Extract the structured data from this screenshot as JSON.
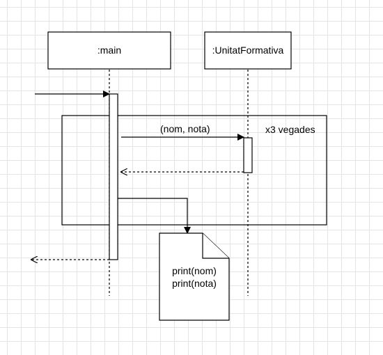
{
  "diagram": {
    "lifelines": [
      {
        "name": ":main"
      },
      {
        "name": ":UnitatFormativa"
      }
    ],
    "loop": {
      "label": "x3 vegades"
    },
    "messages": [
      {
        "label": "(nom, nota)",
        "type": "sync"
      },
      {
        "label": "",
        "type": "return"
      }
    ],
    "note": {
      "lines": [
        "print(nom)",
        "print(nota)"
      ]
    }
  }
}
